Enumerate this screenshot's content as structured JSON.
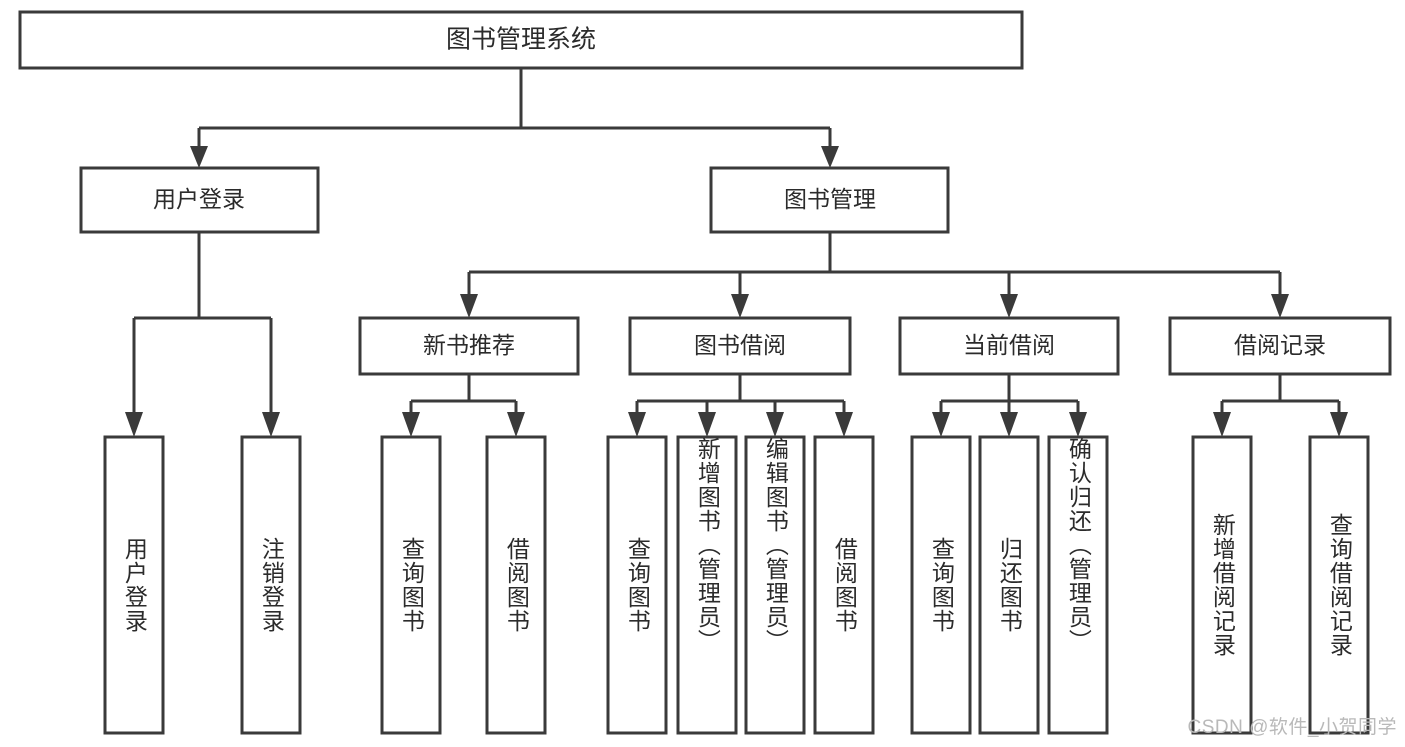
{
  "diagram": {
    "type": "tree",
    "title": "图书管理系统",
    "watermark": "CSDN @软件_小贺同学",
    "colors": {
      "stroke": "#3a3a3a",
      "fill": "#ffffff",
      "text": "#2b2b2b",
      "watermark": "#b9b9b9"
    },
    "levels": {
      "root": "图书管理系统",
      "level2": [
        "用户登录",
        "图书管理"
      ],
      "level3": [
        "新书推荐",
        "图书借阅",
        "当前借阅",
        "借阅记录"
      ],
      "level4": [
        "用户登录",
        "注销登录",
        "查询图书",
        "借阅图书",
        "查询图书",
        "新增图书（管理员）",
        "编辑图书（管理员）",
        "借阅图书",
        "查询图书",
        "归还图书",
        "确认归还（管理员）",
        "新增借阅记录",
        "查询借阅记录"
      ]
    },
    "nodes": {
      "root": {
        "label": "图书管理系统"
      },
      "user_login": {
        "label": "用户登录"
      },
      "book_manage": {
        "label": "图书管理"
      },
      "new_book_rec": {
        "label": "新书推荐"
      },
      "book_borrow": {
        "label": "图书借阅"
      },
      "current_borrow": {
        "label": "当前借阅"
      },
      "borrow_record": {
        "label": "借阅记录"
      },
      "leaf_user_login": {
        "label": "用户登录"
      },
      "leaf_logout": {
        "label": "注销登录"
      },
      "leaf_query_book_a": {
        "label": "查询图书"
      },
      "leaf_borrow_book_a": {
        "label": "借阅图书"
      },
      "leaf_query_book_b": {
        "label": "查询图书"
      },
      "leaf_add_book": {
        "label": "新增图书（管理员）"
      },
      "leaf_edit_book": {
        "label": "编辑图书（管理员）"
      },
      "leaf_borrow_book_b": {
        "label": "借阅图书"
      },
      "leaf_query_book_c": {
        "label": "查询图书"
      },
      "leaf_return_book": {
        "label": "归还图书"
      },
      "leaf_confirm_return": {
        "label": "确认归还（管理员）"
      },
      "leaf_add_record": {
        "label": "新增借阅记录"
      },
      "leaf_query_record": {
        "label": "查询借阅记录"
      }
    }
  }
}
